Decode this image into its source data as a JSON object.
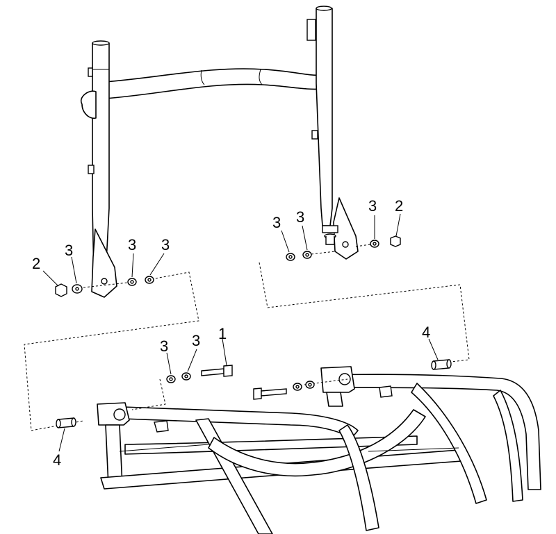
{
  "parts": {
    "bolt": "1",
    "nut": "2",
    "washer": "3",
    "bushing": "4"
  },
  "colors": {
    "ink": "#000000",
    "paper": "#ffffff"
  }
}
